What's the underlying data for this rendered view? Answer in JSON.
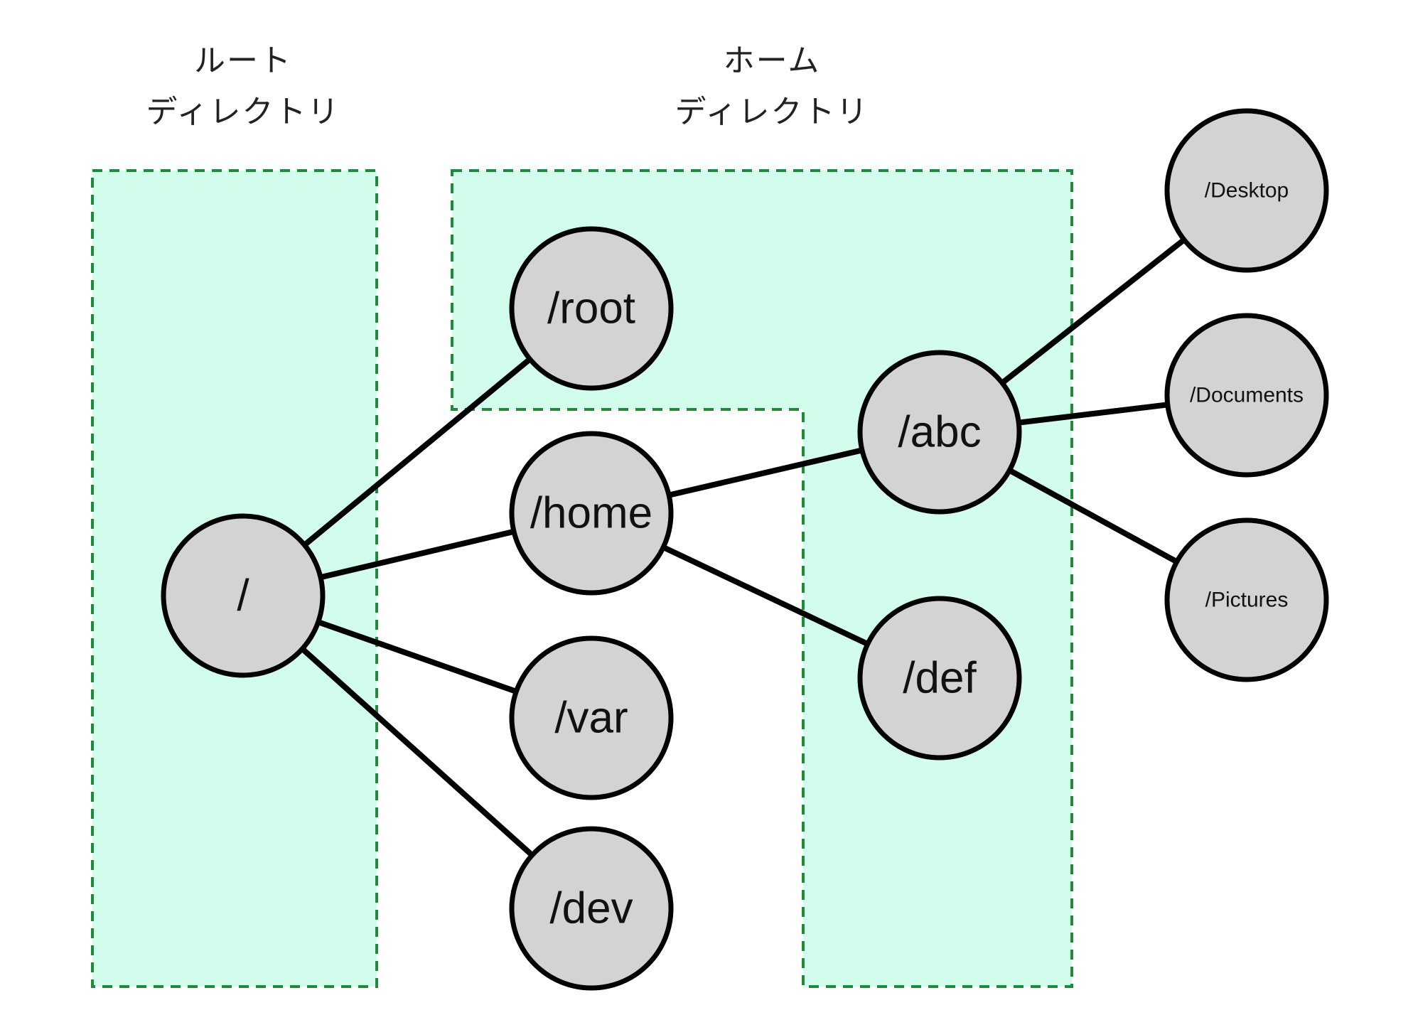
{
  "regions": {
    "root": {
      "line1": "ルート",
      "line2": "ディレクトリ"
    },
    "home": {
      "line1": "ホーム",
      "line2": "ディレクトリ"
    }
  },
  "colors": {
    "region_fill": "#d2fded",
    "region_border": "#1e8a3a",
    "node_fill": "#d3d3d3",
    "node_stroke": "#000000"
  },
  "nodes": [
    {
      "id": "slash",
      "label": "/"
    },
    {
      "id": "root",
      "label": "/root"
    },
    {
      "id": "home",
      "label": "/home"
    },
    {
      "id": "var",
      "label": "/var"
    },
    {
      "id": "dev",
      "label": "/dev"
    },
    {
      "id": "abc",
      "label": "/abc"
    },
    {
      "id": "def",
      "label": "/def"
    },
    {
      "id": "desktop",
      "label": "/Desktop"
    },
    {
      "id": "documents",
      "label": "/Documents"
    },
    {
      "id": "pictures",
      "label": "/Pictures"
    }
  ],
  "edges": [
    [
      "slash",
      "root"
    ],
    [
      "slash",
      "home"
    ],
    [
      "slash",
      "var"
    ],
    [
      "slash",
      "dev"
    ],
    [
      "home",
      "abc"
    ],
    [
      "home",
      "def"
    ],
    [
      "abc",
      "desktop"
    ],
    [
      "abc",
      "documents"
    ],
    [
      "abc",
      "pictures"
    ]
  ]
}
